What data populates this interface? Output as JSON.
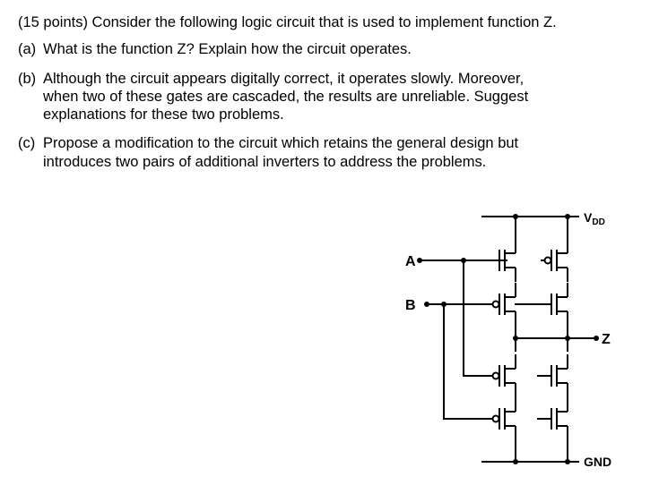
{
  "header": "(15 points) Consider the following logic circuit that is used to implement function Z.",
  "parts": [
    {
      "label": "(a)",
      "lines": [
        "What is the function Z? Explain how the circuit operates."
      ]
    },
    {
      "label": "(b)",
      "lines": [
        "Although the circuit appears digitally correct, it operates slowly. Moreover,",
        "when two of these gates are cascaded, the results are unreliable. Suggest",
        "explanations for these two problems."
      ]
    },
    {
      "label": "(c)",
      "lines": [
        "Propose a modification to the circuit which retains the general design but",
        "introduces two pairs of additional inverters to address the problems."
      ]
    }
  ],
  "circuit": {
    "input_a": "A",
    "input_b": "B",
    "supply_main": "V",
    "supply_sub": "DD",
    "output": "Z",
    "ground": "GND"
  }
}
